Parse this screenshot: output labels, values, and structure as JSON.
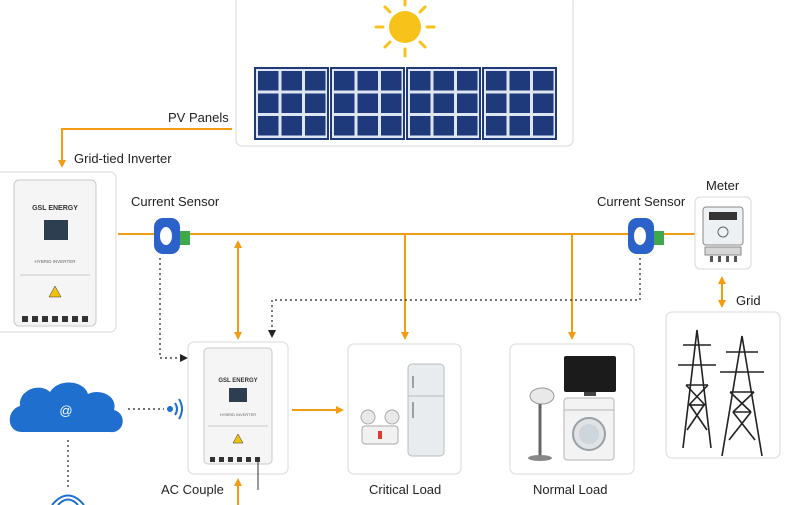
{
  "labels": {
    "pv_panels": "PV Panels",
    "grid_tied_inverter": "Grid-tied Inverter",
    "current_sensor_left": "Current Sensor",
    "current_sensor_right": "Current Sensor",
    "meter": "Meter",
    "grid": "Grid",
    "ac_couple": "AC Couple",
    "critical_load": "Critical Load",
    "normal_load": "Normal Load"
  },
  "inverter_brand": "GSL ENERGY",
  "inverter_model": "HYBRID INVERTER",
  "cloud_symbol": "@",
  "icons": {
    "sun": "sun-icon",
    "solar_panels": "solar-panel-icon",
    "wifi": "wifi-icon",
    "cloud": "cloud-icon",
    "fridge": "refrigerator-icon",
    "tv": "tv-icon",
    "washer": "washing-machine-icon",
    "lamp": "lamp-icon",
    "emergency_light": "emergency-light-icon",
    "tower": "power-tower-icon"
  },
  "colors": {
    "line": "#f39c12",
    "sun": "#f7c21a",
    "panel": "#1e3a7a",
    "cloud": "#1f6fcf",
    "sensor": "#2a62c9",
    "sensor_terminal": "#3fa84a",
    "warning": "#f4c20d"
  }
}
